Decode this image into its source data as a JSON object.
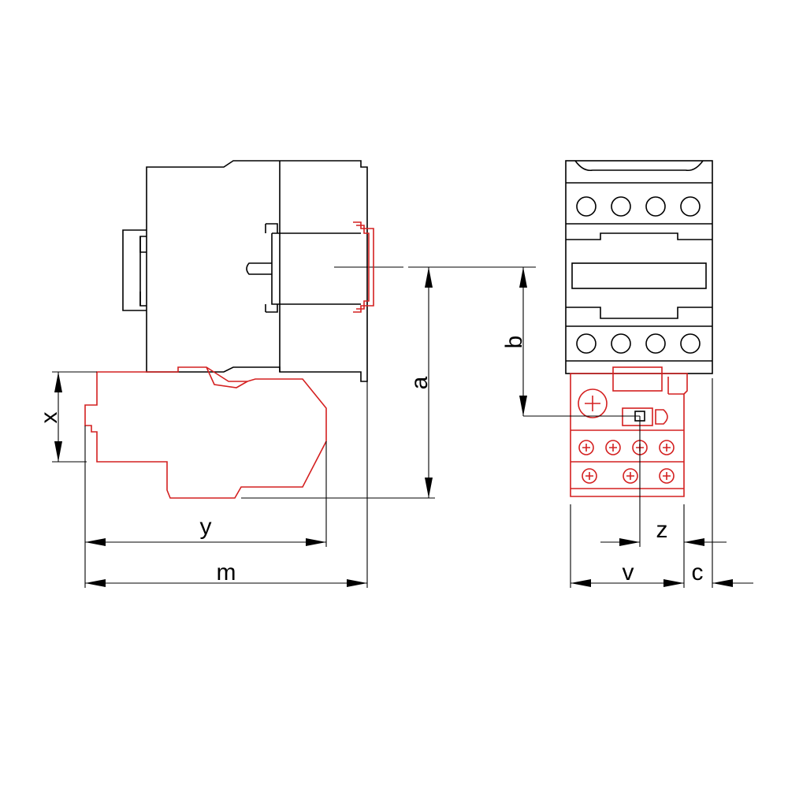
{
  "colors": {
    "contactor": "#000000",
    "overload_relay": "#d42020",
    "background": "#ffffff"
  },
  "dimensions": {
    "x": "x",
    "y": "y",
    "m": "m",
    "a": "a",
    "b": "b",
    "z": "z",
    "v": "v",
    "c": "c"
  }
}
